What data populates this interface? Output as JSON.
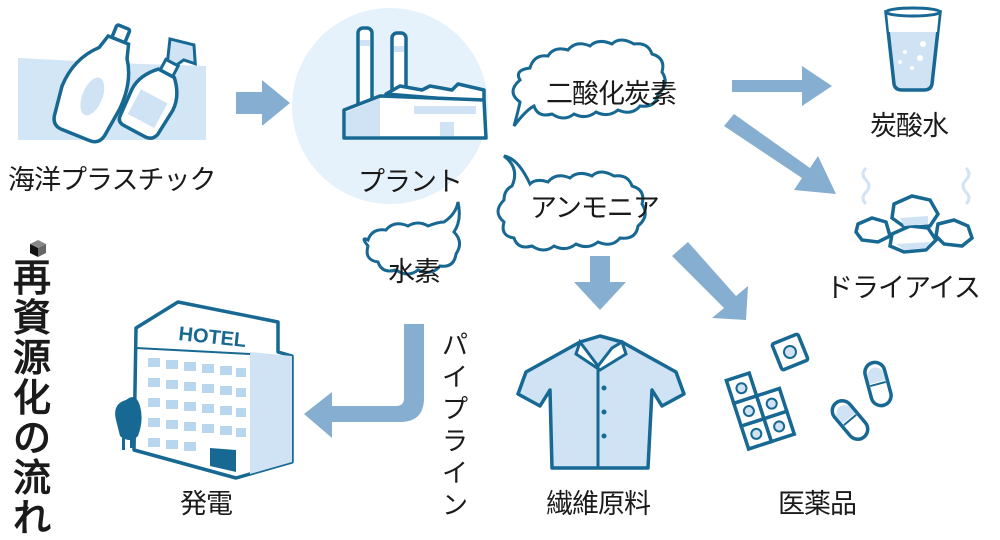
{
  "title": {
    "chars": [
      "再",
      "資",
      "源",
      "化",
      "の",
      "流",
      "れ"
    ],
    "text": "再資源化の流れ",
    "marker_icon": "cube-icon"
  },
  "nodes": {
    "ocean_plastic": {
      "label": "海洋プラスチック",
      "icon": "plastic-bottles-icon"
    },
    "plant": {
      "label": "プラント",
      "icon": "factory-icon"
    },
    "carbonated_water": {
      "label": "炭酸水",
      "icon": "glass-icon"
    },
    "dry_ice": {
      "label": "ドライアイス",
      "icon": "dry-ice-icon"
    },
    "fiber": {
      "label": "繊維原料",
      "icon": "shirt-icon"
    },
    "medicine": {
      "label": "医薬品",
      "icon": "pills-icon"
    },
    "power": {
      "label": "発電",
      "icon": "hotel-icon",
      "building_sign": "HOTEL"
    }
  },
  "bubbles": {
    "co2": "二酸化炭素",
    "ammonia": "アンモニア",
    "hydrogen": "水素"
  },
  "pipeline": {
    "chars": [
      "パ",
      "イ",
      "プ",
      "ラ",
      "イ",
      "ン"
    ],
    "text": "パイプライン"
  },
  "colors": {
    "arrow": "#85aed0",
    "outline": "#176892",
    "fill_light": "#cfe3f5",
    "circle_bg": "#e6f2fb",
    "water": "#d2e6f6"
  }
}
